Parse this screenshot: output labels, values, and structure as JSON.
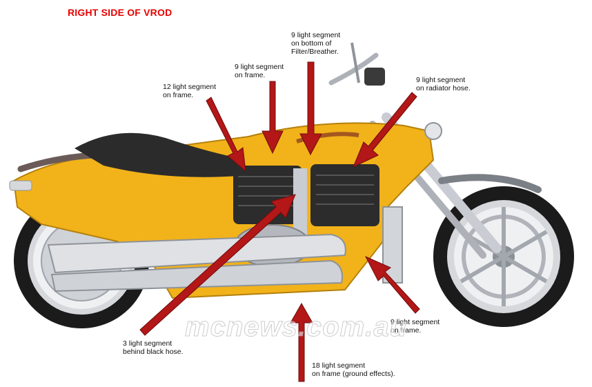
{
  "title": "RIGHT SIDE OF VROD",
  "watermark": "mcnews.com.au",
  "colors": {
    "title": "#e60000",
    "arrow": "#b31717",
    "body_paint": "#f2b21a",
    "chrome": "#c9ccd2",
    "tire": "#1b1b1b"
  },
  "labels": [
    {
      "id": "label-frame-12",
      "text": "12 light segment\non frame."
    },
    {
      "id": "label-frame-9-top",
      "text": "9 light segment\non frame."
    },
    {
      "id": "label-filter",
      "text": "9 light segment\non bottom of\nFilter/Breather."
    },
    {
      "id": "label-radiator",
      "text": "9 light segment\non radiator hose."
    },
    {
      "id": "label-frame-9-lower",
      "text": "9 light segment\non frame."
    },
    {
      "id": "label-black-hose",
      "text": "3 light segment\nbehind black hose."
    },
    {
      "id": "label-ground",
      "text": "18 light segment\non frame (ground effects)."
    }
  ]
}
